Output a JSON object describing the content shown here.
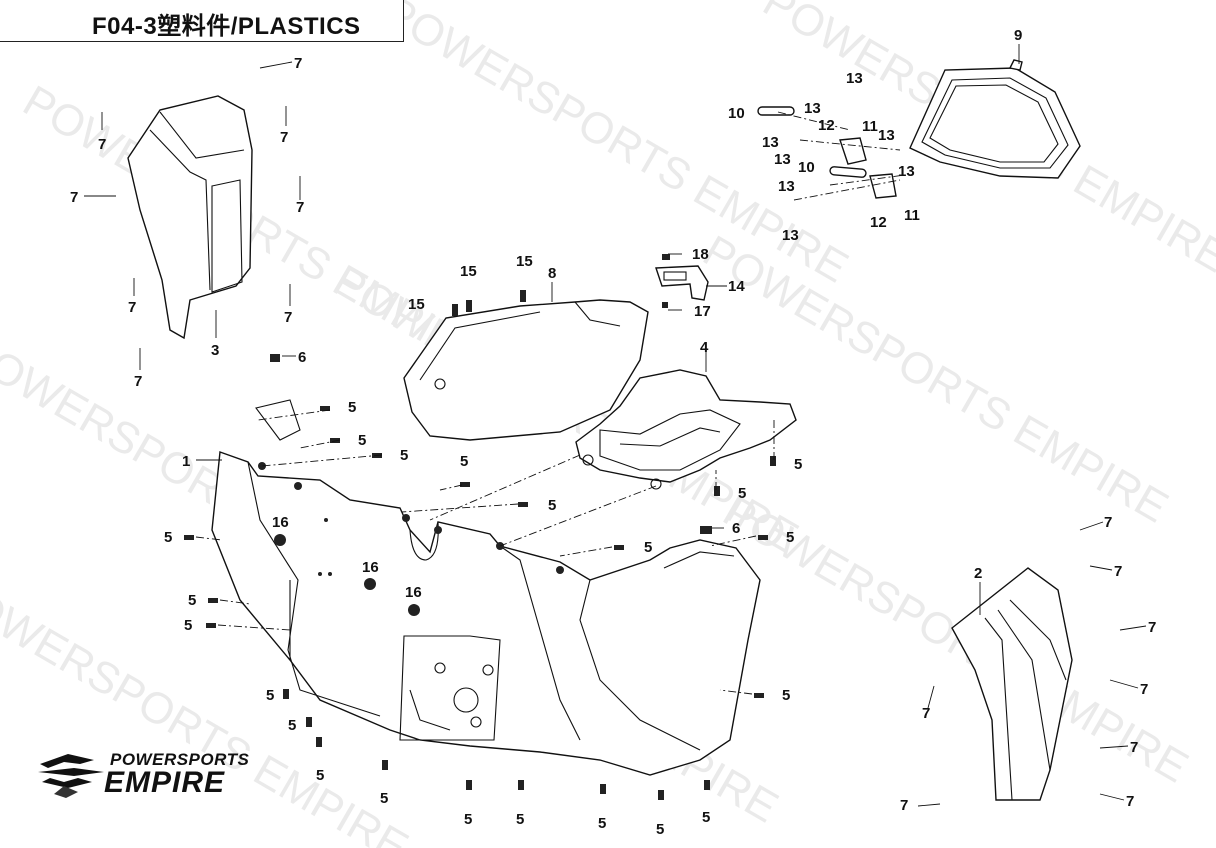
{
  "header": {
    "title": "F04-3塑料件/PLASTICS"
  },
  "logo": {
    "line1": "POWERSPORTS",
    "line2": "EMPIRE"
  },
  "watermark": "POWERSPORTS EMPIRE",
  "callouts": {
    "c1": "1",
    "c2": "2",
    "c3": "3",
    "c4": "4",
    "c5": "5",
    "c6": "6",
    "c7": "7",
    "c8": "8",
    "c9": "9",
    "c10": "10",
    "c11": "11",
    "c12": "12",
    "c13": "13",
    "c14": "14",
    "c15": "15",
    "c16": "16",
    "c17": "17",
    "c18": "18"
  }
}
